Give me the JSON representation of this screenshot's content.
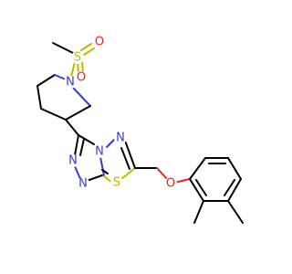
{
  "molecule": {
    "colors": {
      "N": "#3b3bd6",
      "S": "#c8b400",
      "O": "#e8261f",
      "C": "#000000",
      "background": "#ffffff"
    },
    "atoms": {
      "ms_s": "S",
      "ms_o_top": "O",
      "ms_o_bottom": "O",
      "pip_n": "N",
      "tri_n4": "N",
      "tri_n1": "N",
      "tri_n2": "N",
      "thia_n": "N",
      "thia_s": "S",
      "ether_o": "O"
    }
  }
}
